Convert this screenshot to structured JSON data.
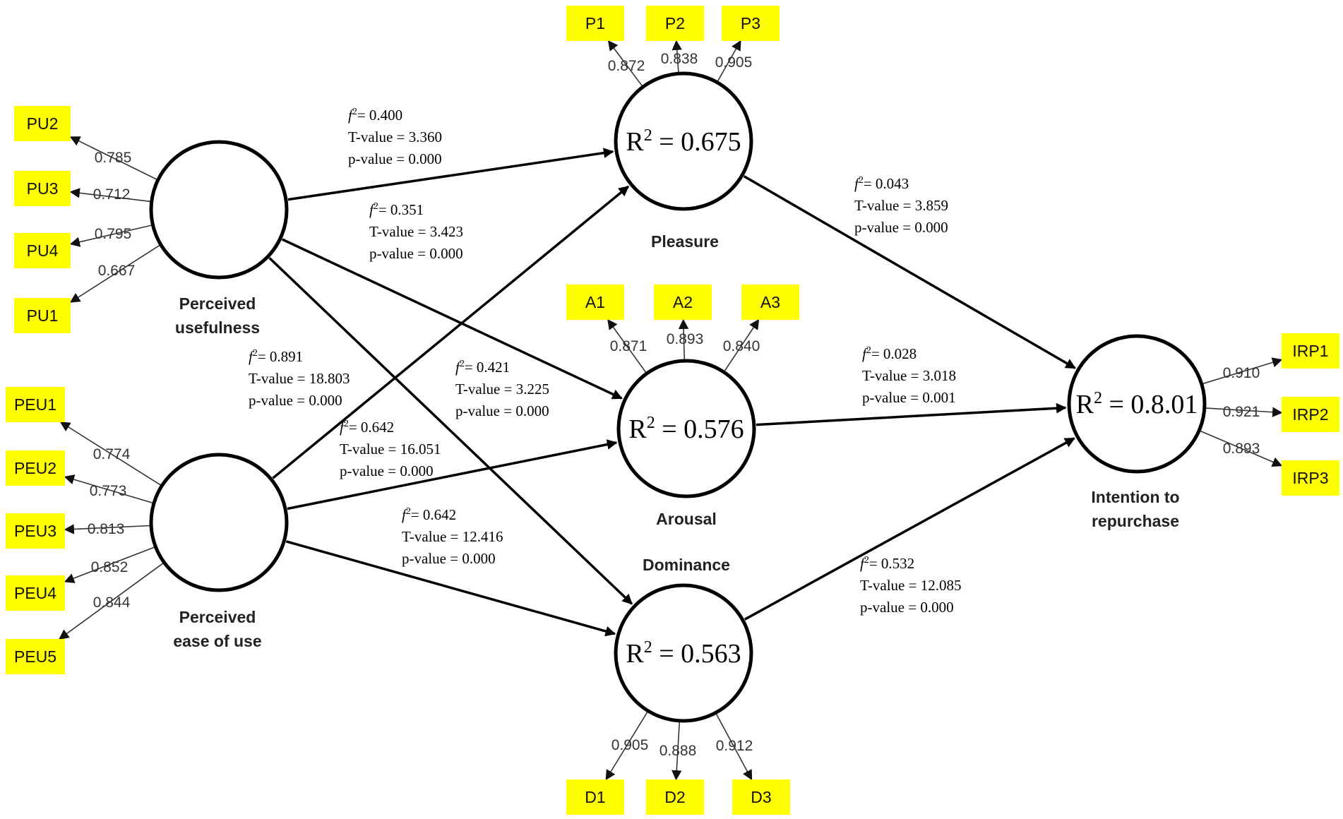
{
  "latents": {
    "pu": {
      "label_lines": [
        "Perceived",
        "usefulness"
      ],
      "r2": ""
    },
    "peu": {
      "label_lines": [
        "Perceived",
        "ease of use"
      ],
      "r2": ""
    },
    "pl": {
      "label_lines": [
        "Pleasure"
      ],
      "r2": "0.675"
    },
    "ar": {
      "label_lines": [
        "Arousal"
      ],
      "r2": "0.576"
    },
    "dm": {
      "label_lines": [
        "Dominance"
      ],
      "r2": "0.563"
    },
    "ir": {
      "label_lines": [
        "Intention to",
        "repurchase"
      ],
      "r2": "0.8.01"
    }
  },
  "r2_prefix": "R",
  "r2_sup": "2",
  "r2_eq": " = ",
  "indicators": [
    {
      "id": "PU2",
      "latent": "pu",
      "loading": "0.785"
    },
    {
      "id": "PU3",
      "latent": "pu",
      "loading": "0.712"
    },
    {
      "id": "PU4",
      "latent": "pu",
      "loading": "0.795"
    },
    {
      "id": "PU1",
      "latent": "pu",
      "loading": "0.667"
    },
    {
      "id": "PEU1",
      "latent": "peu",
      "loading": "0.774"
    },
    {
      "id": "PEU2",
      "latent": "peu",
      "loading": "0.773"
    },
    {
      "id": "PEU3",
      "latent": "peu",
      "loading": "0.813"
    },
    {
      "id": "PEU4",
      "latent": "peu",
      "loading": "0.852"
    },
    {
      "id": "PEU5",
      "latent": "peu",
      "loading": "0.844"
    },
    {
      "id": "P1",
      "latent": "pl",
      "loading": "0.872"
    },
    {
      "id": "P2",
      "latent": "pl",
      "loading": "0.838"
    },
    {
      "id": "P3",
      "latent": "pl",
      "loading": "0.905"
    },
    {
      "id": "A1",
      "latent": "ar",
      "loading": "0.871"
    },
    {
      "id": "A2",
      "latent": "ar",
      "loading": "0.893"
    },
    {
      "id": "A3",
      "latent": "ar",
      "loading": "0.840"
    },
    {
      "id": "D1",
      "latent": "dm",
      "loading": "0.905"
    },
    {
      "id": "D2",
      "latent": "dm",
      "loading": "0.888"
    },
    {
      "id": "D3",
      "latent": "dm",
      "loading": "0.912"
    },
    {
      "id": "IRP1",
      "latent": "ir",
      "loading": "0.910"
    },
    {
      "id": "IRP2",
      "latent": "ir",
      "loading": "0.921"
    },
    {
      "id": "IRP3",
      "latent": "ir",
      "loading": "0.893"
    }
  ],
  "f2_symbol": "f",
  "f2_sup": "2",
  "t_prefix": "T-value = ",
  "p_prefix": "p-value = ",
  "paths": [
    {
      "from": "pu",
      "to": "pl",
      "f2": "0.400",
      "t": "3.360",
      "p": "0.000"
    },
    {
      "from": "pu",
      "to": "ar",
      "f2": "0.351",
      "t": "3.423",
      "p": "0.000"
    },
    {
      "from": "pu",
      "to": "dm",
      "f2": "0.421",
      "t": "3.225",
      "p": "0.000"
    },
    {
      "from": "peu",
      "to": "pl",
      "f2": "0.891",
      "t": "18.803",
      "p": "0.000"
    },
    {
      "from": "peu",
      "to": "ar",
      "f2": "0.642",
      "t": "16.051",
      "p": "0.000"
    },
    {
      "from": "peu",
      "to": "dm",
      "f2": "0.642",
      "t": "12.416",
      "p": "0.000"
    },
    {
      "from": "pl",
      "to": "ir",
      "f2": "0.043",
      "t": "3.859",
      "p": "0.000"
    },
    {
      "from": "ar",
      "to": "ir",
      "f2": "0.028",
      "t": "3.018",
      "p": "0.001"
    },
    {
      "from": "dm",
      "to": "ir",
      "f2": "0.532",
      "t": "12.085",
      "p": "0.000"
    }
  ],
  "colors": {
    "indicator_fill": "#ffff00",
    "stroke": "#000000",
    "background": "#ffffff"
  }
}
